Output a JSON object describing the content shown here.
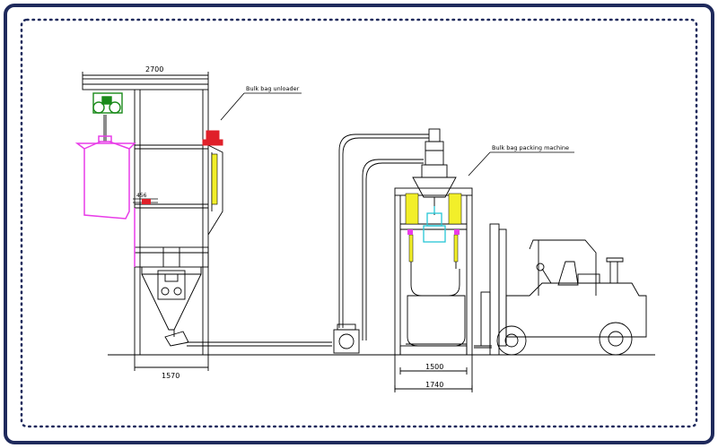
{
  "labels": {
    "unloader": "Bulk bag unloader",
    "packing": "Bulk bag packing machine"
  },
  "dimensions": {
    "top_width": "2700",
    "bag_offset": "456",
    "unloader_base": "1570",
    "packer_inner": "1500",
    "packer_outer": "1740"
  },
  "colors": {
    "frame_navy": "#1f2a5c",
    "line": "#000000",
    "bag_magenta": "#e83ce8",
    "cylinder_yellow": "#f2ef2a",
    "hoist_green": "#1a8a1a",
    "valve_red": "#e0202a",
    "funnel_cyan": "#27c6d6"
  }
}
